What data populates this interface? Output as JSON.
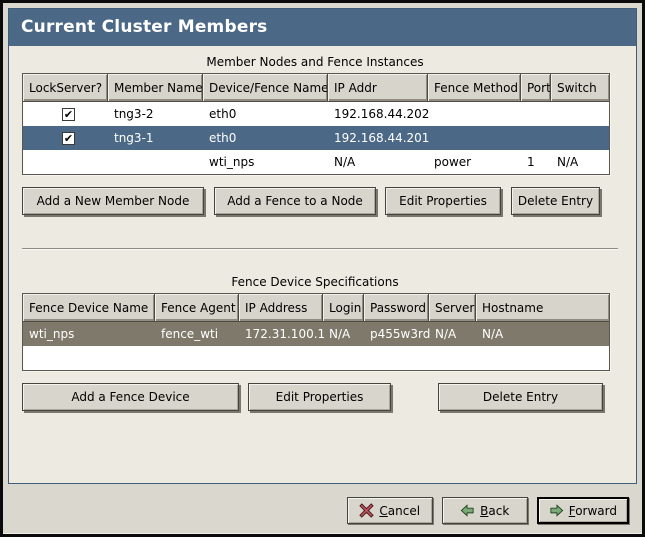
{
  "window": {
    "title": "Current Cluster Members"
  },
  "colors": {
    "title_band": "#4b6987",
    "selected_row_active": "#4b6987",
    "selected_row_inactive": "#7e796b",
    "panel_background": "#edeae2",
    "cancel_x_red": "#b5525a",
    "arrow_green": "#7bab7b"
  },
  "icons": {
    "check": "✔"
  },
  "members_section": {
    "title": "Member Nodes and Fence Instances",
    "columns": [
      "LockServer?",
      "Member Name",
      "Device/Fence Name",
      "IP Addr",
      "Fence Method",
      "Port",
      "Switch"
    ],
    "rows": [
      {
        "lockserver_checked": true,
        "member_name": "tng3-2",
        "device": "eth0",
        "ip": "192.168.44.202",
        "fence_method": "",
        "port": "",
        "switch": "",
        "state": ""
      },
      {
        "lockserver_checked": true,
        "member_name": "tng3-1",
        "device": "eth0",
        "ip": "192.168.44.201",
        "fence_method": "",
        "port": "",
        "switch": "",
        "state": "selected"
      },
      {
        "lockserver_checked": false,
        "member_name": "",
        "device": "wti_nps",
        "ip": "N/A",
        "fence_method": "power",
        "port": "1",
        "switch": "N/A",
        "state": ""
      }
    ],
    "buttons": [
      "Add a New Member Node",
      "Add a Fence to a Node",
      "Edit Properties",
      "Delete Entry"
    ]
  },
  "fence_section": {
    "title": "Fence Device Specifications",
    "columns": [
      "Fence Device Name",
      "Fence Agent",
      "IP Address",
      "Login",
      "Password",
      "Server",
      "Hostname"
    ],
    "rows": [
      {
        "name": "wti_nps",
        "agent": "fence_wti",
        "ip": "172.31.100.1",
        "login": "N/A",
        "password": "p455w3rd",
        "server": "N/A",
        "hostname": "N/A",
        "state": "selected"
      }
    ],
    "buttons": [
      "Add a Fence Device",
      "Edit Properties",
      "Delete Entry"
    ]
  },
  "footer": {
    "cancel": {
      "accel": "C",
      "rest": "ancel"
    },
    "back": {
      "accel": "B",
      "rest": "ack"
    },
    "forward": {
      "accel": "F",
      "rest": "orward"
    }
  }
}
